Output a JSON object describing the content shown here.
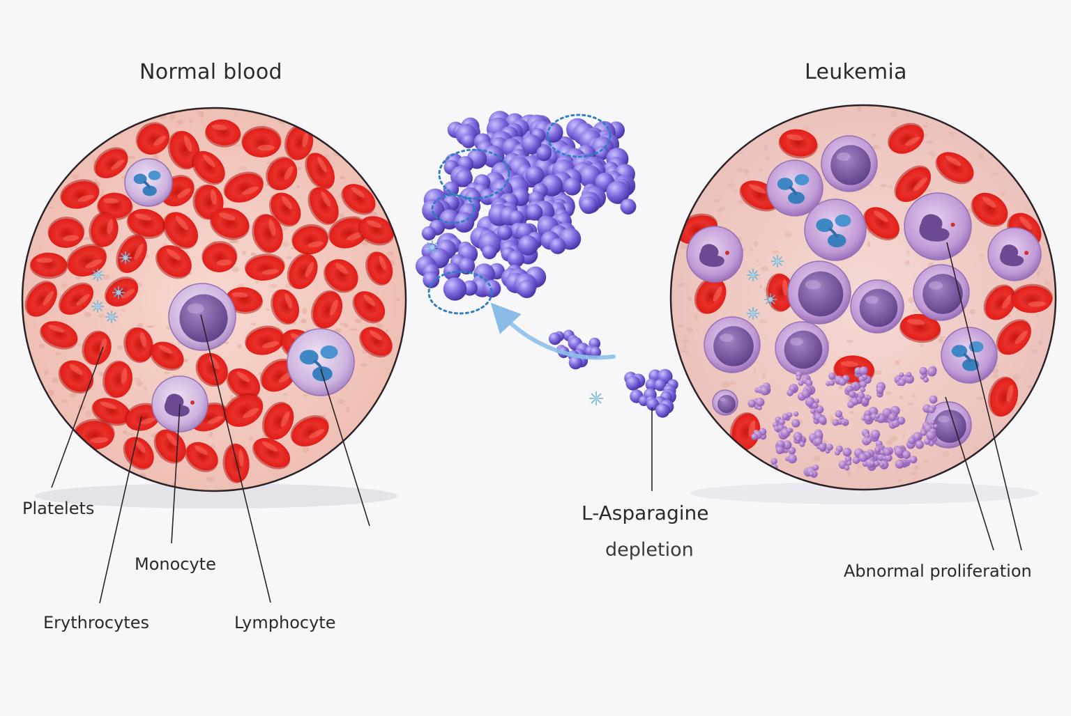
{
  "titles": {
    "left": "Normal blood",
    "right": "Leukemia"
  },
  "labels": {
    "platelets": "Platelets",
    "monocyte": "Monocyte",
    "erythrocytes": "Erythrocytes",
    "lymphocyte": "Lymphocyte",
    "depletion_line1": "L-Asparagine",
    "depletion_line2": "depletion",
    "abnormal": "Abnormal proliferation"
  },
  "colors": {
    "background": "#f7f6f9",
    "plasma": "#f2c7bd",
    "rbc": "#e2231f",
    "rbc_dark": "#b8120f",
    "wbc": "#c9aed8",
    "wbc_nucleus": "#7d5aa3",
    "granule": "#3a8fc9",
    "enzyme": "#7b6ad6",
    "outline": "#2a2226"
  }
}
